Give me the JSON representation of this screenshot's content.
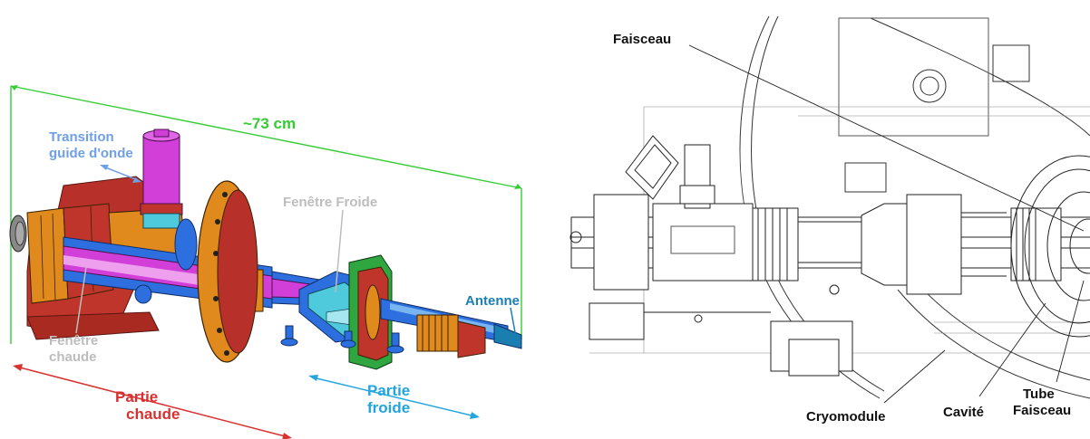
{
  "left_panel": {
    "dimension": "~73 cm",
    "transition_line1": "Transition",
    "transition_line2": "guide d'onde",
    "cold_window": "Fenêtre Froide",
    "antenna": "Antenne",
    "hot_window_line1": "Fenêtre",
    "hot_window_line2": "chaude",
    "hot_part_line1": "Partie",
    "hot_part_line2": "chaude",
    "cold_part_line1": "Partie",
    "cold_part_line2": "froide"
  },
  "right_panel": {
    "beam": "Faisceau",
    "cryomodule": "Cryomodule",
    "cavity": "Cavité",
    "beam_tube_line1": "Tube",
    "beam_tube_line2": "Faisceau"
  },
  "colors": {
    "dimension_green": "#33cc33",
    "transition_blue": "#6f9fe6",
    "label_gray": "#bdbdbd",
    "antenna_blue": "#1a7fb0",
    "hot_red": "#d93030",
    "cold_cyan": "#22a5e0",
    "body_red": "#c0352b",
    "body_orange": "#e08a1e",
    "magenta": "#d23fd8",
    "blue": "#2e6fe0",
    "cyan": "#4fc9dc",
    "green": "#2fa640"
  }
}
